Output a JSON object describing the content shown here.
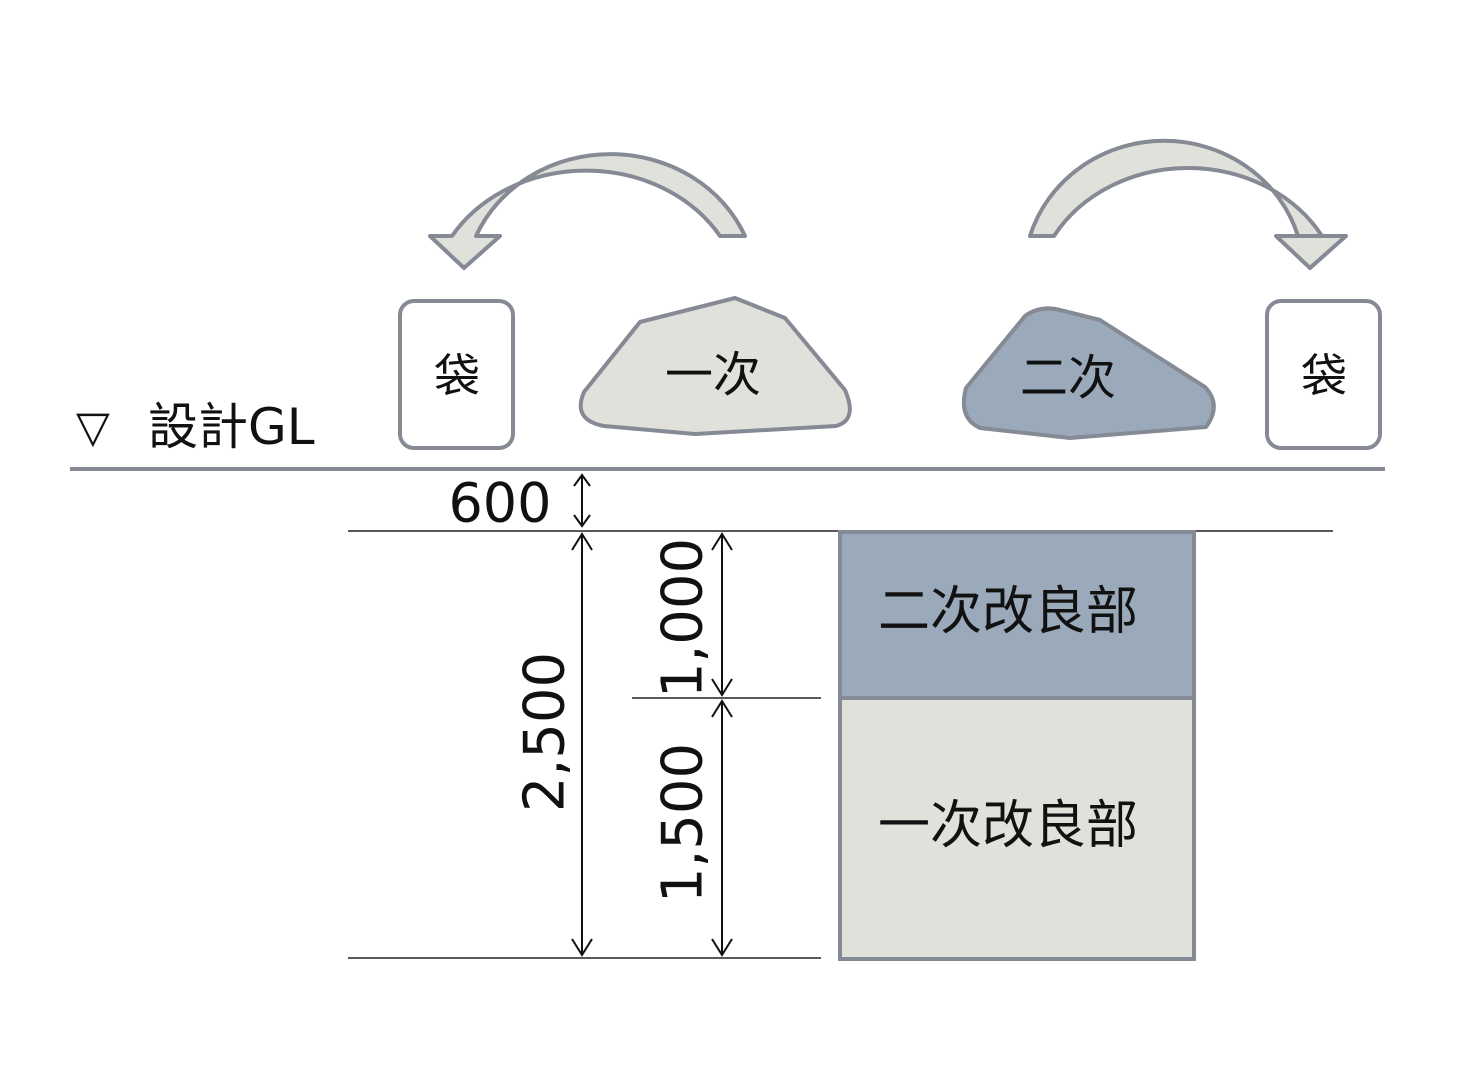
{
  "design_gl": {
    "symbol": "▽",
    "label": "設計GL"
  },
  "bag_left": "袋",
  "bag_right": "袋",
  "pile_primary": "一次",
  "pile_secondary": "二次",
  "zones": {
    "secondary": "二次改良部",
    "primary": "一次改良部"
  },
  "dimensions": {
    "top_offset": "600",
    "total_depth": "2,500",
    "secondary_depth": "1,000",
    "primary_depth": "1,500"
  },
  "colors": {
    "primary_fill": "#e0e1da",
    "secondary_fill": "#9aaabb",
    "outline": "#858a95",
    "arrow_fill": "#e0e1da"
  }
}
